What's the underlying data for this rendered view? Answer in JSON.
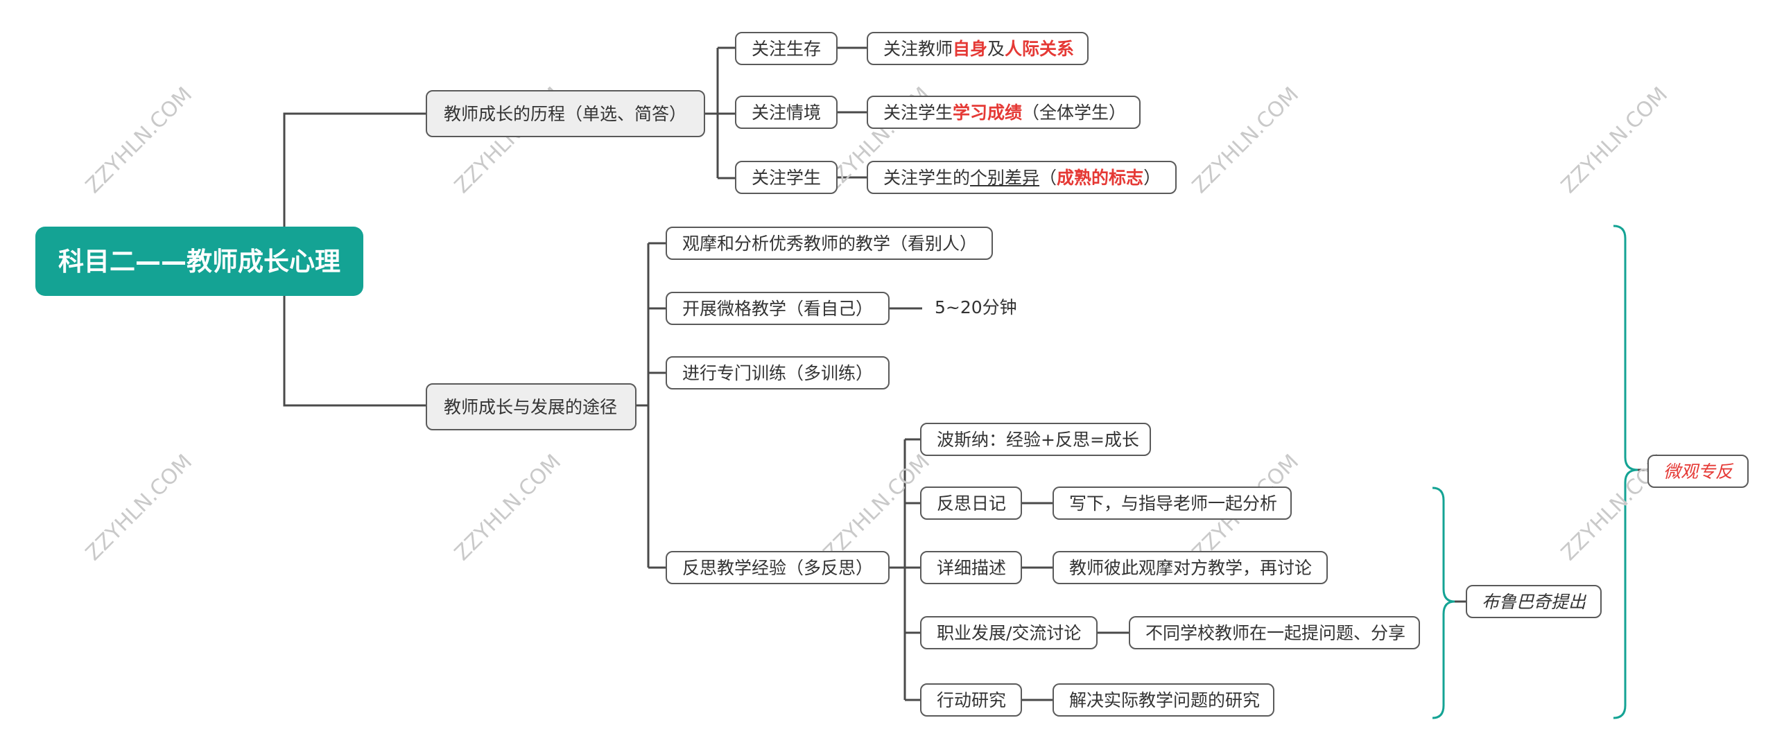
{
  "root": "科目二——教师成长心理",
  "branch1": {
    "label": "教师成长的历程（单选、简答）",
    "stages": [
      {
        "label": "关注生存",
        "desc": {
          "a": "关注教师",
          "b": "自身",
          "c": "及",
          "d": "人际关系"
        }
      },
      {
        "label": "关注情境",
        "desc": {
          "a": "关注学生",
          "b": "学习成绩",
          "c": "（全体学生）"
        }
      },
      {
        "label": "关注学生",
        "desc": {
          "a": "关注学生的",
          "b": "个别差异",
          "c": "（",
          "d": "成熟的标志",
          "e": "）"
        }
      }
    ]
  },
  "branch2": {
    "label": "教师成长与发展的途径",
    "ways": [
      {
        "label": "观摩和分析优秀教师的教学（看别人）"
      },
      {
        "label": "开展微格教学（看自己）",
        "note": "5~20分钟"
      },
      {
        "label": "进行专门训练（多训练）"
      },
      {
        "label": "反思教学经验（多反思）"
      }
    ],
    "reflection": [
      {
        "label": "波斯纳：经验+反思=成长"
      },
      {
        "label": "反思日记",
        "desc": "写下，与指导老师一起分析"
      },
      {
        "label": "详细描述",
        "desc": "教师彼此观摩对方教学，再讨论"
      },
      {
        "label": "职业发展/交流讨论",
        "desc": "不同学校教师在一起提问题、分享"
      },
      {
        "label": "行动研究",
        "desc": "解决实际教学问题的研究"
      }
    ]
  },
  "summaries": {
    "inner": "布鲁巴奇提出",
    "outer": "微观专反"
  },
  "watermark": "ZZYHLN.COM",
  "colors": {
    "accent": "#14a394",
    "highlight": "#e53935",
    "line": "#4a4a4a",
    "gray_fill": "#eeeeee"
  }
}
